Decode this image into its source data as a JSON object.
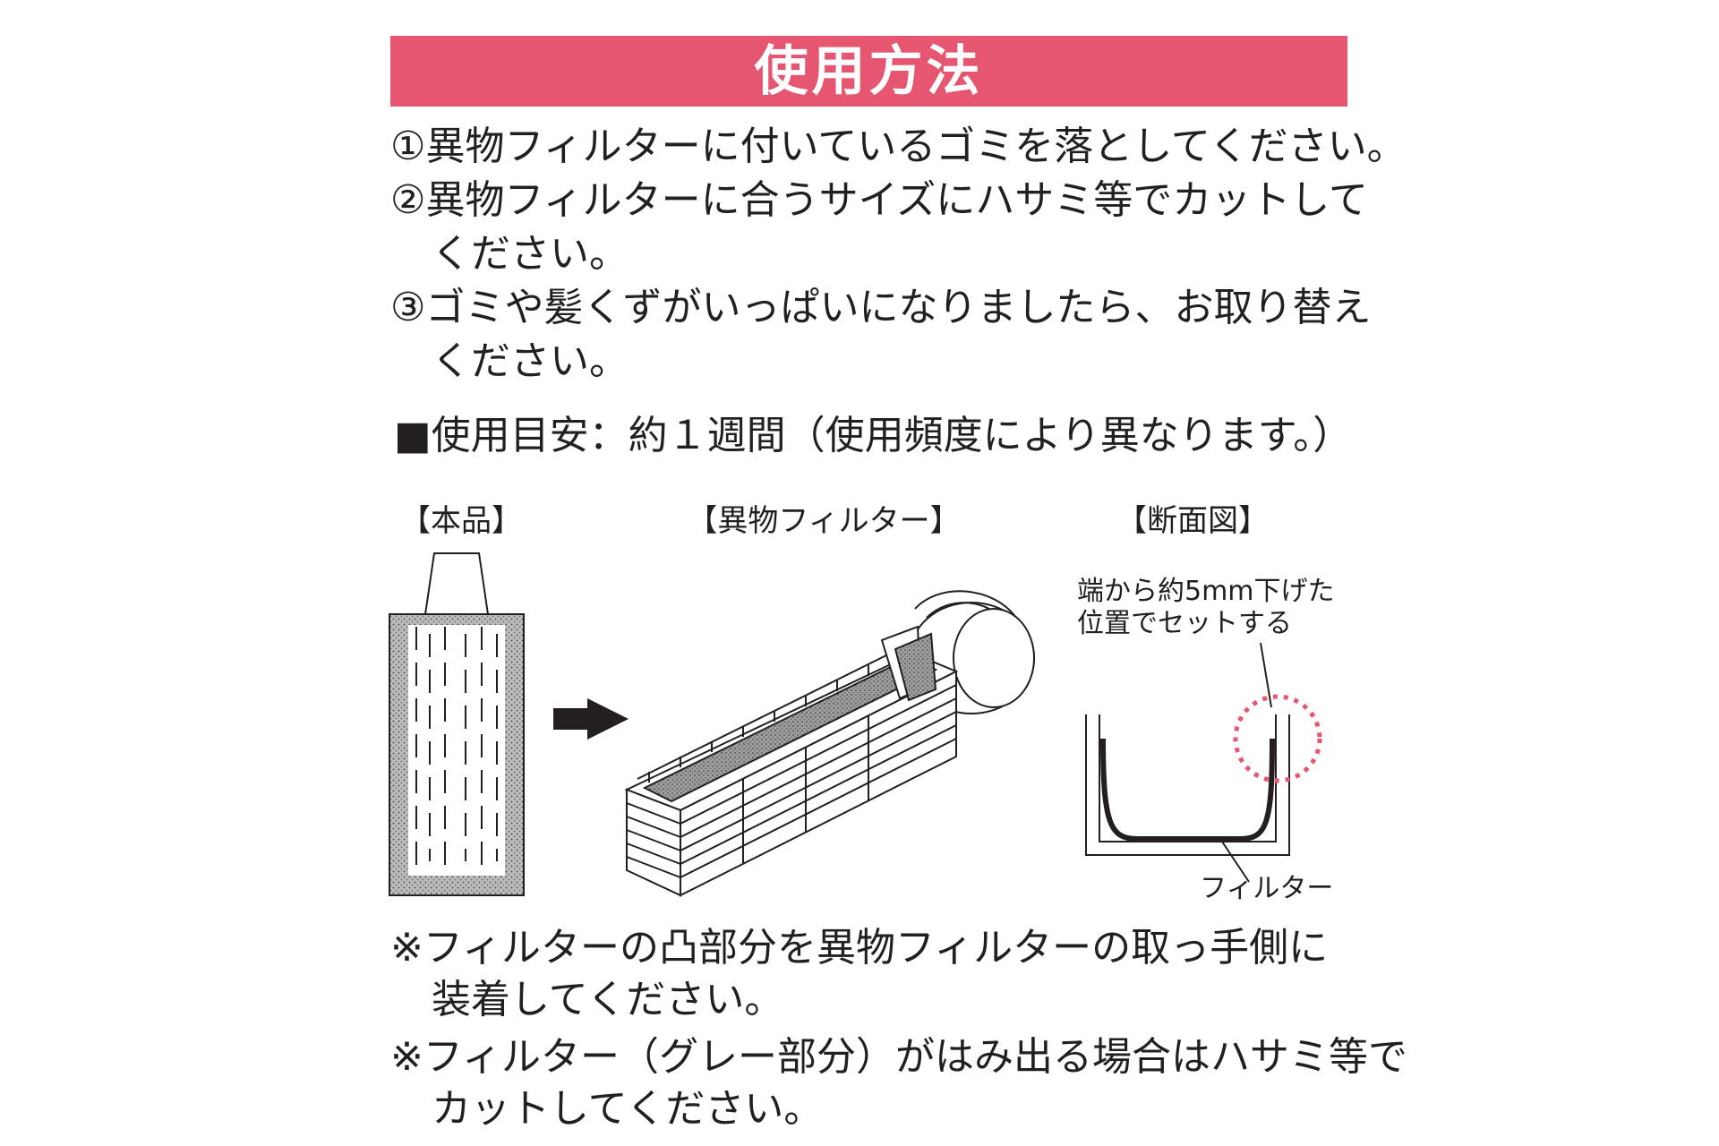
{
  "title": "使用方法",
  "steps": [
    {
      "line1": "①異物フィルターに付いているゴミを落としてください。",
      "line2": ""
    },
    {
      "line1": "②異物フィルターに合うサイズにハサミ等でカットして",
      "line2": "ください。"
    },
    {
      "line1": "③ゴミや髪くずがいっぱいになりましたら、お取り替え",
      "line2": "ください。"
    }
  ],
  "usage_guide": "■使用目安：約１週間（使用頻度により異なります。）",
  "figures": {
    "product_label": "【本品】",
    "filter_label": "【異物フィルター】",
    "section_label": "【断面図】",
    "section_note_line1": "端から約5mm下げた",
    "section_note_line2": "位置でセットする",
    "filter_callout": "フィルター"
  },
  "notes": [
    {
      "line1": "※フィルターの凸部分を異物フィルターの取っ手側に",
      "line2": "装着してください。"
    },
    {
      "line1": "※フィルター（グレー部分）がはみ出る場合はハサミ等で",
      "line2": "カットしてください。"
    }
  ],
  "colors": {
    "accent": "#e65670",
    "dotted_circle": "#e65670",
    "ink": "#231f20",
    "filter_gray": "#a7a7a7"
  }
}
